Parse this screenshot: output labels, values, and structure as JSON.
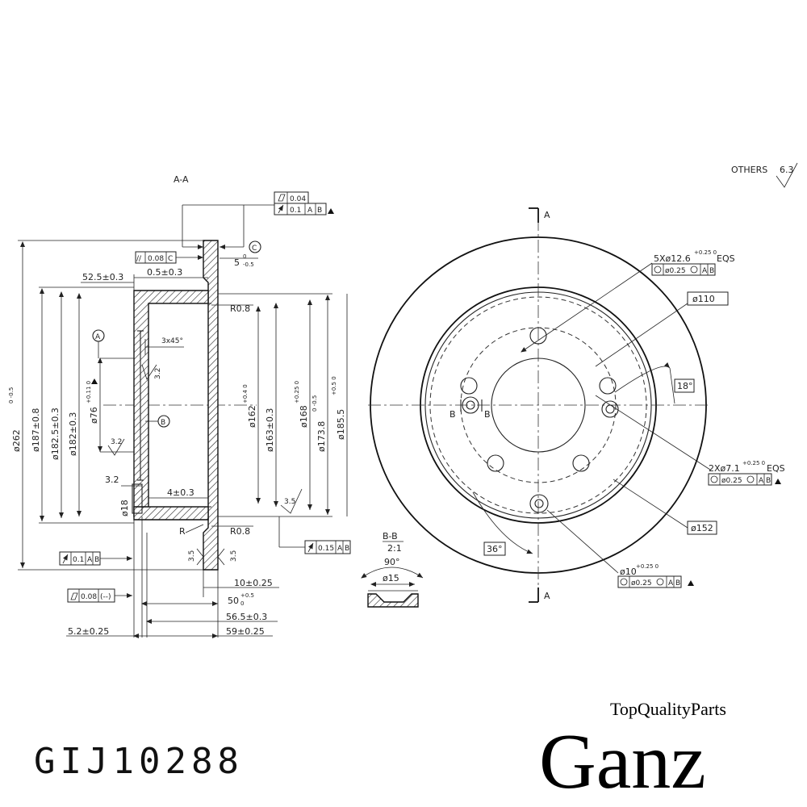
{
  "drawing": {
    "section_title": "A-A",
    "detail_title": "B-B",
    "detail_scale": "2:1",
    "surface_note": "OTHERS",
    "surface_value": "6.3",
    "section_marker": "A",
    "detail_marker": "B"
  },
  "section_view": {
    "datums": {
      "a": "A",
      "b": "B",
      "c": "C"
    },
    "fcf_top_flatness": "0.04",
    "fcf_top_runout": "0.1",
    "fcf_top_runout_ref": "A",
    "fcf_top_runout_ref2": "B",
    "fcf_parallel": "//",
    "fcf_parallel_val": "0.08",
    "fcf_parallel_ref": "C",
    "fcf_runout_low_val": "0.1",
    "fcf_runout_low_ref": "A",
    "fcf_runout_low_ref2": "B",
    "fcf_flat_low_val": "0.08",
    "fcf_flat_low_ref": "(--)",
    "fcf_runout_right_val": "0.15",
    "fcf_runout_right_ref": "A",
    "fcf_runout_right_ref2": "B",
    "dim_52_5": "52.5±0.3",
    "dim_0_5": "0.5±0.3",
    "dim_5": "5",
    "dim_5_tol_up": "0",
    "dim_5_tol_low": "-0.5",
    "dim_r08_top": "R0.8",
    "dim_r08_bottom": "R0.8",
    "dim_chamfer": "3x45°",
    "dim_3_2": "3.2",
    "dim_3_2_sym": "3.2",
    "dim_3_2_low": "3.2",
    "dim_4": "4±0.3",
    "dim_3_5_a": "3.5",
    "dim_3_5_b": "3.5",
    "dim_3_5_c": "3.5",
    "dim_r": "R",
    "dim_18": "ø18",
    "dim_10": "10±0.25",
    "dim_50": "50",
    "dim_50_tol_up": "+0.5",
    "dim_50_tol_low": "0",
    "dim_56_5": "56.5±0.3",
    "dim_59": "59±0.25",
    "dim_5_2": "5.2±0.25",
    "dia_262": "ø262",
    "dia_262_tol": "0 -0.5",
    "dia_187": "ø187±0.8",
    "dia_182_5": "ø182.5±0.3",
    "dia_182": "ø182±0.3",
    "dia_76": "ø76",
    "dia_76_tol": "+0.11 0",
    "dia_162": "ø162",
    "dia_162_tol": "+0.4 0",
    "dia_163": "ø163±0.3",
    "dia_168": "ø168",
    "dia_168_tol": "+0.25 0",
    "dia_173_8": "ø173.8",
    "dia_173_8_tol": "0 -0.5",
    "dia_185_5": "ø185.5",
    "dia_185_5_tol": "+0.5 0"
  },
  "front_view": {
    "holes5": "5Xø12.6",
    "holes5_tol": "+0.25 0",
    "holes5_eqs": "EQS",
    "holes5_pos": "ø0.25",
    "holes5_ref": "A",
    "holes5_ref2": "B",
    "pcd_110": "ø110",
    "angle_18": "18°",
    "holes2": "2Xø7.1",
    "holes2_tol": "+0.25 0",
    "holes2_eqs": "EQS",
    "holes2_pos": "ø0.25",
    "holes2_ref": "A",
    "holes2_ref2": "B",
    "pcd_152": "ø152",
    "angle_36": "36°",
    "hole10": "ø10",
    "hole10_tol": "+0.25 0",
    "hole10_pos": "ø0.25",
    "hole10_ref": "A",
    "hole10_ref2": "B"
  },
  "detail_view": {
    "angle": "90°",
    "dia": "ø15"
  },
  "footer": {
    "part_number": "GIJ10288",
    "brand": "Ganz",
    "tagline": "TopQualityParts"
  }
}
